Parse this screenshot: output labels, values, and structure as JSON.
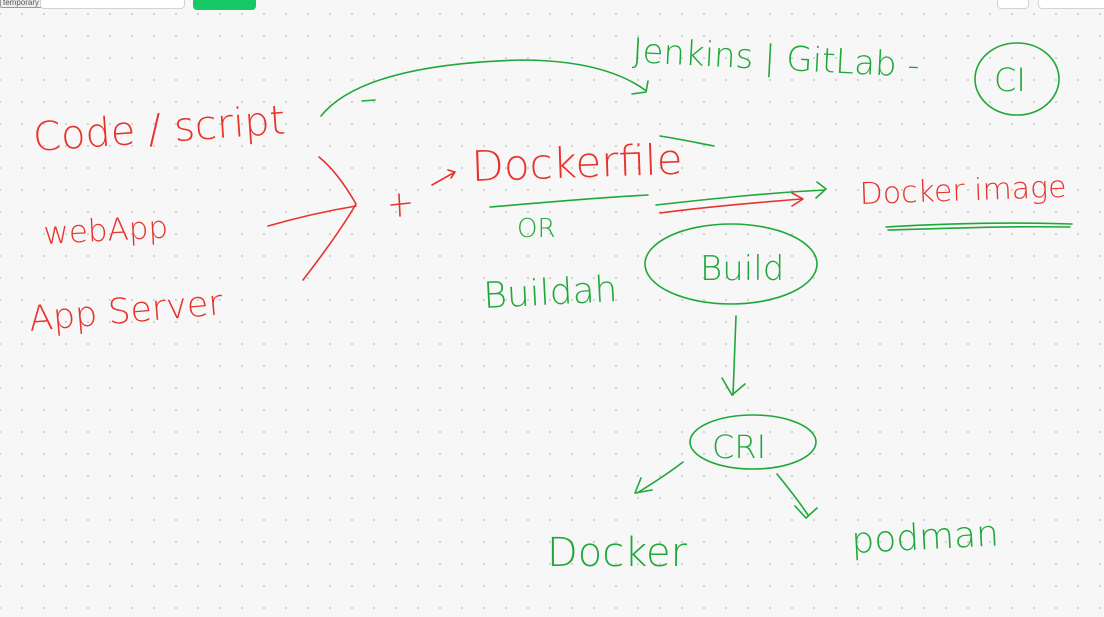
{
  "toolbar": {
    "temporary_tag": "temporary",
    "primary_button_icon": "share-icon"
  },
  "whiteboard": {
    "red_notes": {
      "code_script": "Code / script",
      "webapp": "webApp",
      "app_server": "App Server",
      "dockerfile": "Dockerfile",
      "docker_image": "Docker image"
    },
    "green_notes": {
      "jenkins_gitlab": "Jenkins | GitLab -",
      "ci": "CI",
      "or": "OR",
      "buildah": "Buildah",
      "build": "Build",
      "cri": "CRI",
      "docker": "Docker",
      "podman": "podman"
    },
    "colors": {
      "red_ink": "#e8322b",
      "green_ink": "#1fa83a",
      "canvas": "#f7f7f7",
      "grid_dot": "#cfcfcf",
      "primary_button": "#17c964"
    }
  }
}
